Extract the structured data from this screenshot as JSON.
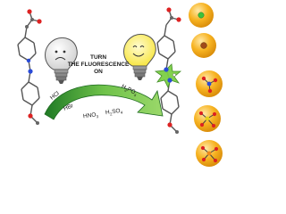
{
  "headline": {
    "line1": "TURN",
    "line2": "THE FLUORESCENCE",
    "line3": "ON"
  },
  "acids": {
    "hcl": "HCl",
    "hbr": "HBr",
    "hno3": "HNO",
    "hno3_sub": "3",
    "h2so4_pre": "H",
    "h2so4_sub1": "2",
    "h2so4_mid": "SO",
    "h2so4_sub2": "4",
    "h3po4_pre": "H",
    "h3po4_sub1": "3",
    "h3po4_mid": "PO",
    "h3po4_sub2": "4"
  },
  "colors": {
    "arrow_dark": "#1f7a25",
    "arrow_light": "#9bd86a",
    "bulb_off_glass": "#ececec",
    "bulb_on_glass": "#fff36a",
    "anion_sphere": "#f7b321",
    "highlight_green": "#7ccf45"
  }
}
